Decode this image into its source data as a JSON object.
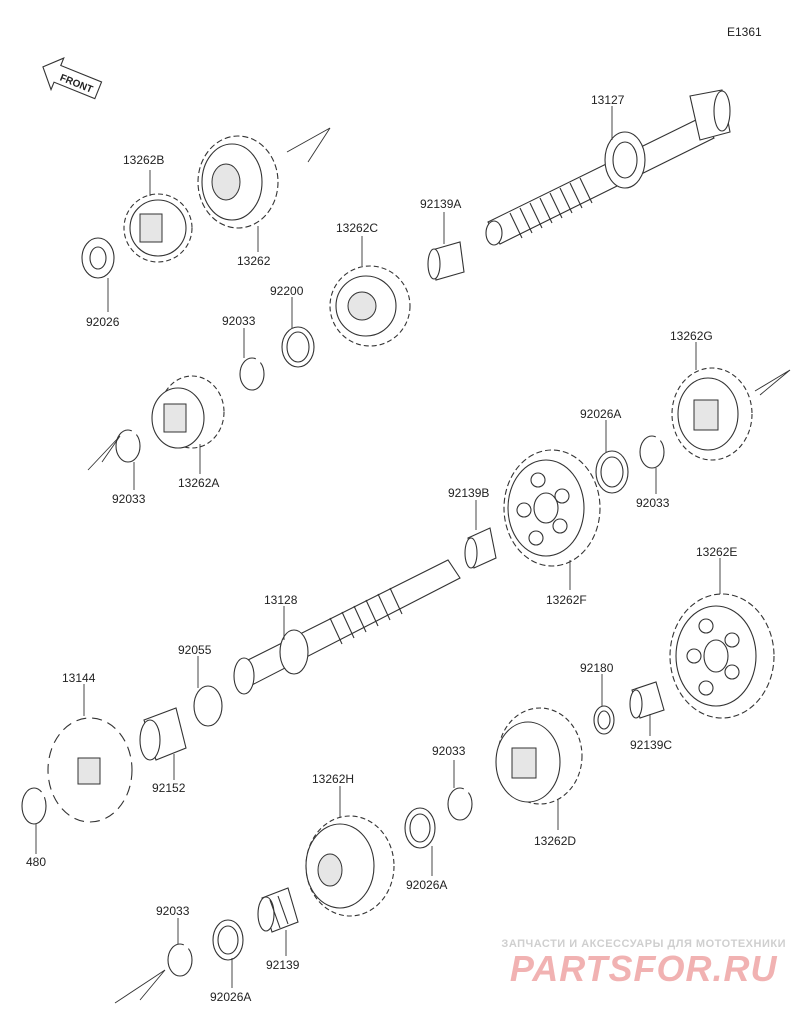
{
  "diagram_code": "E1361",
  "front_label": "FRONT",
  "parts": {
    "p13127": "13127",
    "p13262B": "13262B",
    "p13262": "13262",
    "p92026_top": "92026",
    "p13262C": "13262C",
    "p92139A": "92139A",
    "p92200": "92200",
    "p92033_a": "92033",
    "p13262G": "13262G",
    "p92026A_a": "92026A",
    "p92033_b": "92033",
    "p13262A": "13262A",
    "p92033_c": "92033",
    "p92139B": "92139B",
    "p13262F": "13262F",
    "p13262E": "13262E",
    "p13128": "13128",
    "p92055": "92055",
    "p13144": "13144",
    "p92152": "92152",
    "p480": "480",
    "p92180": "92180",
    "p92139C": "92139C",
    "p92033_d": "92033",
    "p13262D": "13262D",
    "p13262H": "13262H",
    "p92026A_b": "92026A",
    "p92033_e": "92033",
    "p92139": "92139",
    "p92026A_c": "92026A"
  },
  "watermark": {
    "tagline": "ЗАПЧАСТИ И АКСЕССУАРЫ ДЛЯ МОТОТЕХНИКИ",
    "brand": "PARTSFOR.RU"
  }
}
